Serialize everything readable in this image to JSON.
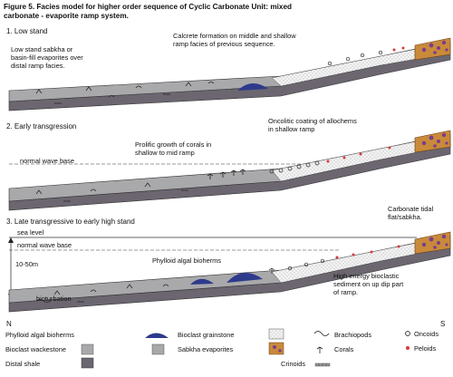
{
  "figure": {
    "title_line1": "Figure 5. Facies model for higher order sequence of Cyclic Carbonate Unit: mixed",
    "title_line2": "carbonate - evaporite ramp system."
  },
  "panel1": {
    "heading": "1. Low stand",
    "note_left_1": "Low stand sabkha or",
    "note_left_2": "basin-fill evaporites over",
    "note_left_3": "distal ramp facies.",
    "note_right_1": "Calcrete formation on middle and shallow",
    "note_right_2": "ramp facies of previous sequence."
  },
  "panel2": {
    "heading": "2. Early transgression",
    "note_oncolitic_1": "Oncolitic coating of allochems",
    "note_oncolitic_2": "in shallow ramp",
    "note_corals_1": "Prolific growth of corals in",
    "note_corals_2": "shallow to mid ramp",
    "wave_base": "normal wave base"
  },
  "panel3": {
    "heading": "3. Late transgressive to early high stand",
    "sea_level": "sea level",
    "wave_base": "normal wave base",
    "depth": "10-50m",
    "bioherms": "Phylloid algal bioherms",
    "bioturbation": "bioturbation",
    "tidal_1": "Carbonate tidal",
    "tidal_2": "flat/sabkha.",
    "high_energy_1": "High energy bioclastic",
    "high_energy_2": "sediment on up dip part",
    "high_energy_3": "of ramp."
  },
  "compass": {
    "north": "N",
    "south": "S"
  },
  "legend": {
    "phylloid": "Phylloid algal bioherms",
    "bioclast_grainstone": "Bioclast grainstone",
    "brachiopods": "Brachiopods",
    "oncoids": "Oncoids",
    "bioclast_wackestone": "Bioclast wackestone",
    "sabkha": "Sabkha evaporites",
    "corals": "Corals",
    "peloids": "Peloids",
    "distal_shale": "Distal shale",
    "crinoids": "Crinoids"
  },
  "colors": {
    "wackestone": "#a9a9ab",
    "shale": "#6b6670",
    "grainstone": "#f2f2f2",
    "sabkha": "#c98a3a",
    "sabkha_spots": "#7a3c8f",
    "bioherm": "#2e3a8c",
    "peloid": "#d43a3a",
    "outline": "#333333"
  }
}
